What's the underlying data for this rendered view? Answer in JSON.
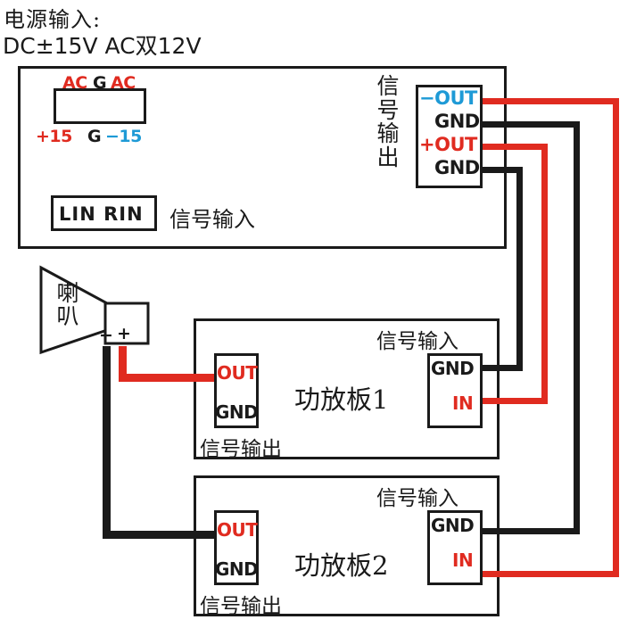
{
  "header": {
    "power_input_label": "电源输入:",
    "power_spec": "DC±15V  AC双12V"
  },
  "colors": {
    "red": "#e02b20",
    "blue": "#1e9ad6",
    "black": "#1a1a1a",
    "board_outline": "#1a1a1a"
  },
  "main_board": {
    "power_terminal": {
      "top_labels": [
        {
          "text": "AC",
          "color": "red"
        },
        {
          "text": "G",
          "color": "black"
        },
        {
          "text": "AC",
          "color": "red"
        }
      ],
      "bottom_labels": [
        {
          "text": "+15",
          "color": "red"
        },
        {
          "text": "G",
          "color": "black"
        },
        {
          "text": "−15",
          "color": "blue"
        }
      ]
    },
    "signal_input": {
      "terminal_text": "LIN  RIN",
      "caption": "信号输入"
    },
    "signal_output": {
      "caption": "信号输出",
      "rows": [
        {
          "sign": "−",
          "sign_color": "blue",
          "label": "OUT",
          "label_color": "blue"
        },
        {
          "sign": "",
          "sign_color": "black",
          "label": "GND",
          "label_color": "black"
        },
        {
          "sign": "+",
          "sign_color": "red",
          "label": "OUT",
          "label_color": "red"
        },
        {
          "sign": "",
          "sign_color": "black",
          "label": "GND",
          "label_color": "black"
        }
      ]
    }
  },
  "speaker": {
    "label": "喇叭",
    "negative_terminal": "−",
    "positive_terminal": "+"
  },
  "amp_boards": [
    {
      "title": "功放板1",
      "output_caption": "信号输出",
      "input_caption": "信号输入",
      "output_terminal": [
        {
          "label": "OUT",
          "color": "red"
        },
        {
          "label": "GND",
          "color": "black"
        }
      ],
      "input_terminal": [
        {
          "label": "GND",
          "color": "black"
        },
        {
          "label": "IN",
          "color": "red"
        }
      ]
    },
    {
      "title": "功放板2",
      "output_caption": "信号输出",
      "input_caption": "信号输入",
      "output_terminal": [
        {
          "label": "OUT",
          "color": "red"
        },
        {
          "label": "GND",
          "color": "black"
        }
      ],
      "input_terminal": [
        {
          "label": "GND",
          "color": "black"
        },
        {
          "label": "IN",
          "color": "red"
        }
      ]
    }
  ],
  "wires": [
    {
      "name": "minus-out-to-amp2-in",
      "color": "red",
      "from": "preamp −OUT",
      "to": "功放板2 IN"
    },
    {
      "name": "gnd1-to-amp2-gnd",
      "color": "black",
      "from": "preamp GND",
      "to": "功放板2 GND"
    },
    {
      "name": "plus-out-to-amp1-in",
      "color": "red",
      "from": "preamp +OUT",
      "to": "功放板1 IN"
    },
    {
      "name": "gnd2-to-amp1-gnd",
      "color": "black",
      "from": "preamp GND",
      "to": "功放板1 GND"
    },
    {
      "name": "speaker-plus-to-amp1-out",
      "color": "red",
      "from": "喇叭 +",
      "to": "功放板1 OUT"
    },
    {
      "name": "speaker-minus-to-amp2-out",
      "color": "black",
      "from": "喇叭 −",
      "to": "功放板2 OUT"
    }
  ]
}
